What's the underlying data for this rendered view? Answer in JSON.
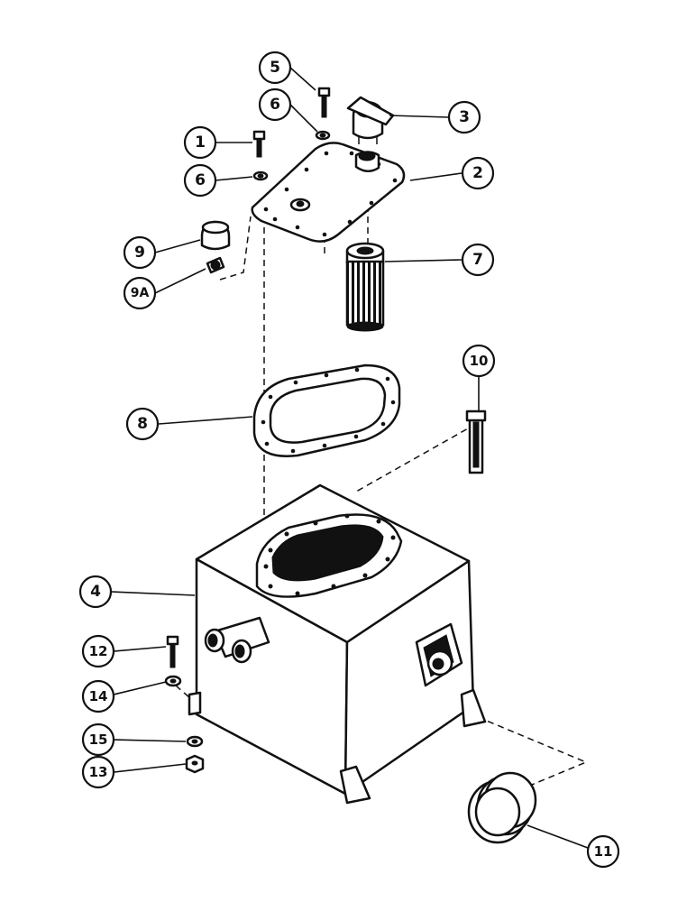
{
  "callouts": [
    {
      "id": "c1",
      "label": "1"
    },
    {
      "id": "c2",
      "label": "2"
    },
    {
      "id": "c3",
      "label": "3"
    },
    {
      "id": "c4",
      "label": "4"
    },
    {
      "id": "c5",
      "label": "5"
    },
    {
      "id": "c6a",
      "label": "6"
    },
    {
      "id": "c6b",
      "label": "6"
    },
    {
      "id": "c7",
      "label": "7"
    },
    {
      "id": "c8",
      "label": "8"
    },
    {
      "id": "c9",
      "label": "9"
    },
    {
      "id": "c9a",
      "label": "9A"
    },
    {
      "id": "c10",
      "label": "10"
    },
    {
      "id": "c11",
      "label": "11"
    },
    {
      "id": "c12",
      "label": "12"
    },
    {
      "id": "c13",
      "label": "13"
    },
    {
      "id": "c14",
      "label": "14"
    },
    {
      "id": "c15",
      "label": "15"
    }
  ]
}
